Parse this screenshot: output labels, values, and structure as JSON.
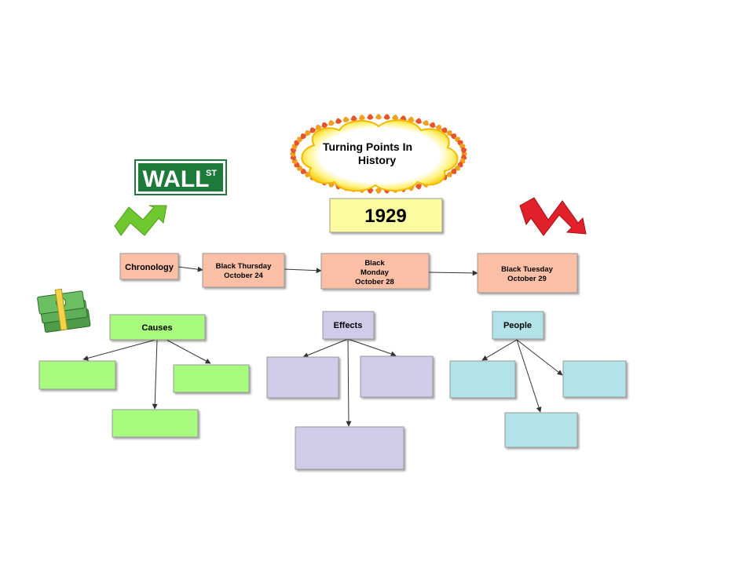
{
  "title": {
    "line1": "Turning Points In",
    "line2": "History"
  },
  "year": "1929",
  "wall_street_sign": {
    "main": "WALL",
    "suffix": "ST"
  },
  "chronology": {
    "label": "Chronology",
    "events": [
      {
        "lines": [
          "Black Thursday",
          "October 24"
        ]
      },
      {
        "lines": [
          "Black",
          "Monday",
          "October 28"
        ]
      },
      {
        "lines": [
          "Black Tuesday",
          "October 29"
        ]
      }
    ]
  },
  "categories": {
    "causes": {
      "label": "Causes"
    },
    "effects": {
      "label": "Effects"
    },
    "people": {
      "label": "People"
    }
  },
  "colors": {
    "chronology_fill": "#fbbfa6",
    "year_fill": "#fbfba0",
    "causes_fill": "#a8fb7e",
    "effects_fill": "#d0cbe9",
    "people_fill": "#b1e3e8",
    "arrow_up": "#6fc92e",
    "arrow_down": "#e0202a",
    "wall_street_green": "#1e7a3a"
  }
}
